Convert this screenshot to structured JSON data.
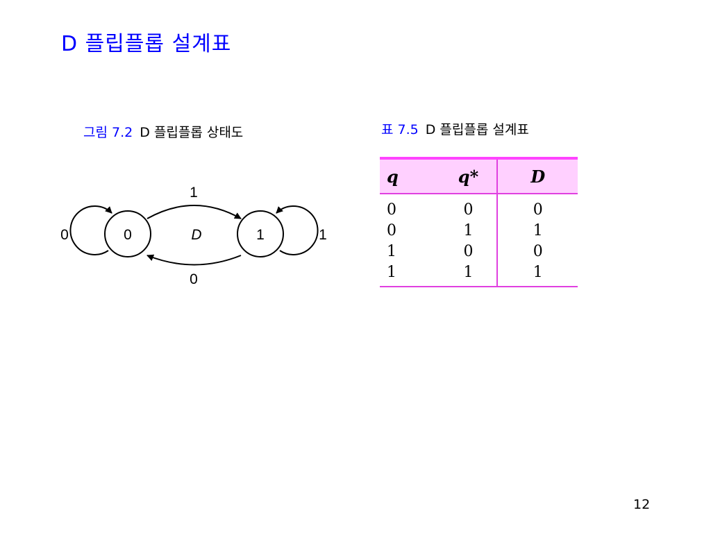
{
  "slide": {
    "title": "D 플립플롭 설계표",
    "page_number": "12"
  },
  "figure": {
    "caption_number": "그림 7.2",
    "caption_text": "D 플립플롭 상태도",
    "states": [
      {
        "label": "0",
        "self_loop_label": "0"
      },
      {
        "label": "1",
        "self_loop_label": "1"
      }
    ],
    "center_label": "D",
    "edge_top_label": "1",
    "edge_bottom_label": "0"
  },
  "table": {
    "caption_number": "표 7.5",
    "caption_text": "D 플립플롭 설계표",
    "headers": [
      "q",
      "q*",
      "D"
    ],
    "rows": [
      [
        "0",
        "0",
        "0"
      ],
      [
        "0",
        "1",
        "1"
      ],
      [
        "1",
        "0",
        "0"
      ],
      [
        "1",
        "1",
        "1"
      ]
    ]
  },
  "colors": {
    "title": "#0000ff",
    "table_header_bg": "#ffd0ff",
    "table_border": "#e040e0"
  }
}
